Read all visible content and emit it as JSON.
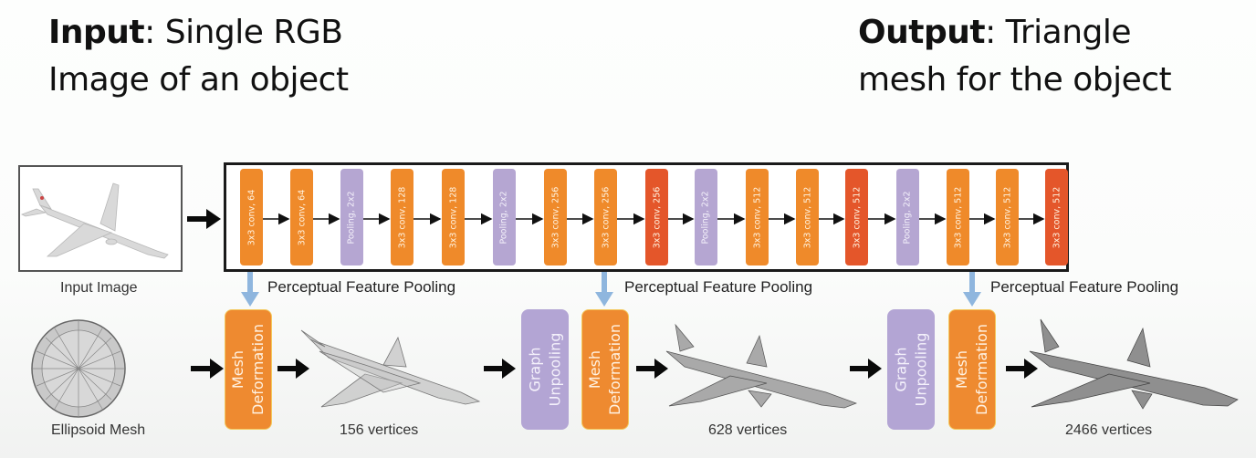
{
  "headings": {
    "input": {
      "bold": "Input",
      "rest_line1": ": Single RGB",
      "line2": "Image of an object"
    },
    "output": {
      "bold": "Output",
      "rest_line1": ": Triangle",
      "line2": "mesh for the object"
    }
  },
  "input_image": {
    "caption": "Input Image",
    "subject": "airplane-photo"
  },
  "cnn_layers": [
    {
      "label": "3x3 conv, 64",
      "kind": "conv"
    },
    {
      "label": "3x3 conv, 64",
      "kind": "conv"
    },
    {
      "label": "Pooling, 2x2",
      "kind": "pool"
    },
    {
      "label": "3x3 conv, 128",
      "kind": "conv"
    },
    {
      "label": "3x3 conv, 128",
      "kind": "conv"
    },
    {
      "label": "Pooling, 2x2",
      "kind": "pool"
    },
    {
      "label": "3x3 conv, 256",
      "kind": "conv"
    },
    {
      "label": "3x3 conv, 256",
      "kind": "conv"
    },
    {
      "label": "3x3 conv, 256",
      "kind": "conv-last"
    },
    {
      "label": "Pooling, 2x2",
      "kind": "pool"
    },
    {
      "label": "3x3 conv, 512",
      "kind": "conv"
    },
    {
      "label": "3x3 conv, 512",
      "kind": "conv"
    },
    {
      "label": "3x3 conv, 512",
      "kind": "conv-last"
    },
    {
      "label": "Pooling, 2x2",
      "kind": "pool"
    },
    {
      "label": "3x3 conv, 512",
      "kind": "conv"
    },
    {
      "label": "3x3 conv, 512",
      "kind": "conv"
    },
    {
      "label": "3x3 conv, 512",
      "kind": "conv-last"
    }
  ],
  "perceptual_feature_pooling": {
    "label": "Perceptual Feature Pooling",
    "count": 3
  },
  "pipeline": {
    "ellipsoid_caption": "Ellipsoid Mesh",
    "mesh_deformation_label": "Mesh\nDeformation",
    "graph_unpooling_label": "Graph\nUnpooling",
    "stages": [
      {
        "vertices_label": "156 vertices"
      },
      {
        "vertices_label": "628 vertices"
      },
      {
        "vertices_label": "2466 vertices"
      }
    ]
  },
  "colors": {
    "conv": "#ef8a2a",
    "conv_last": "#e4562a",
    "pool": "#b5a6d2",
    "feature_arrow": "#8fb6de",
    "mesh_deformation": "#ee8a30",
    "graph_unpooling": "#b3a5d4"
  }
}
